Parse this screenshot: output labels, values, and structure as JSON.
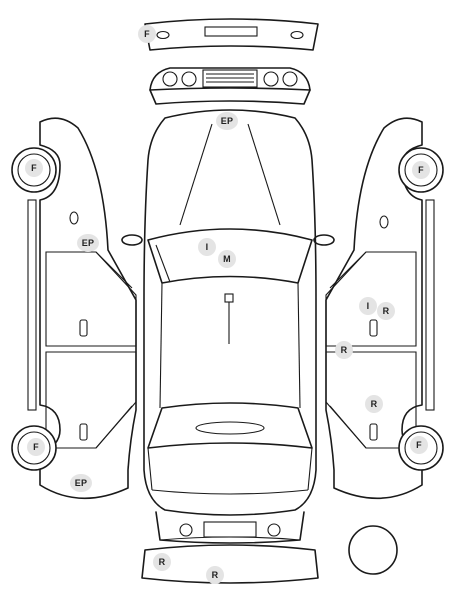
{
  "colors": {
    "outline": "#1a1a1a",
    "marker_fill": "#e4e4e4",
    "background": "#ffffff"
  },
  "markers": [
    {
      "id": "front-bumper",
      "code": "F"
    },
    {
      "id": "hood",
      "code": "EP"
    },
    {
      "id": "windshield-i",
      "code": "I"
    },
    {
      "id": "windshield-m",
      "code": "M"
    },
    {
      "id": "left-front-wheel",
      "code": "F"
    },
    {
      "id": "left-fender",
      "code": "EP"
    },
    {
      "id": "left-rear-wheel",
      "code": "F"
    },
    {
      "id": "left-rear-quarter",
      "code": "EP"
    },
    {
      "id": "right-front-wheel",
      "code": "F"
    },
    {
      "id": "right-rear-wheel",
      "code": "F"
    },
    {
      "id": "right-front-door-i",
      "code": "I"
    },
    {
      "id": "right-front-door-r",
      "code": "R"
    },
    {
      "id": "right-rocker",
      "code": "R"
    },
    {
      "id": "right-rear-door",
      "code": "R"
    },
    {
      "id": "rear-bumper-left",
      "code": "R"
    },
    {
      "id": "rear-bumper-center",
      "code": "R"
    }
  ]
}
